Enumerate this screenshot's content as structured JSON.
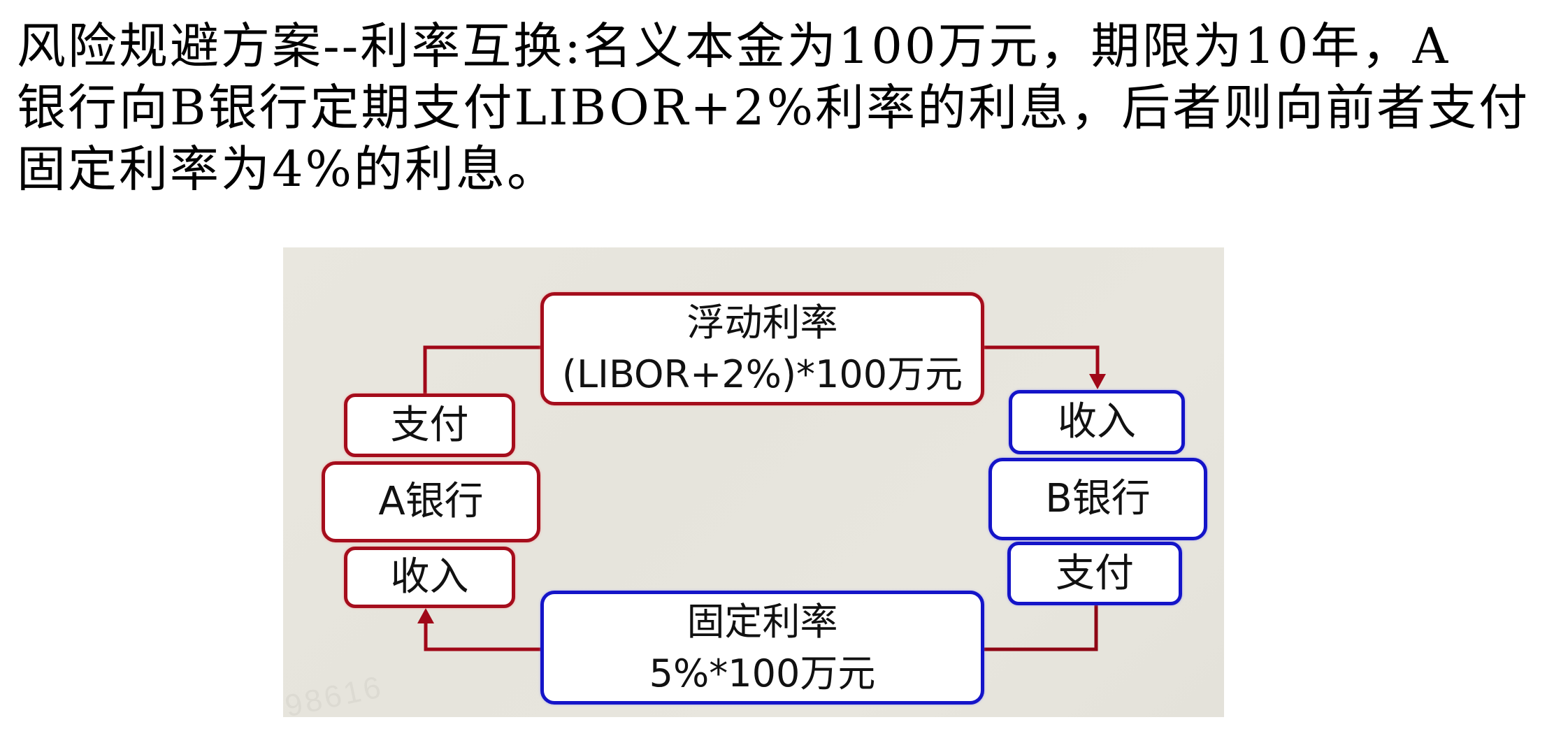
{
  "heading": {
    "lines": [
      "风险规避方案--利率互换:名义本金为100万元，期限为10年，A",
      "银行向B银行定期支付LIBOR+2%利率的利息，后者则向前者支付",
      "固定利率为4%的利息。"
    ]
  },
  "diagram": {
    "colors": {
      "red": "#a50d1c",
      "blue": "#1414c8",
      "connector": "#a00818",
      "background": "#e8e6de"
    },
    "watermark": "98616",
    "floating_rate_box": {
      "title": "浮动利率",
      "amount": "(LIBOR+2%)*100万元"
    },
    "fixed_rate_box": {
      "title": "固定利率",
      "amount": "5%*100万元"
    },
    "bank_a": {
      "name": "A银行",
      "pay": "支付",
      "receive": "收入"
    },
    "bank_b": {
      "name": "B银行",
      "pay": "支付",
      "receive": "收入"
    }
  }
}
